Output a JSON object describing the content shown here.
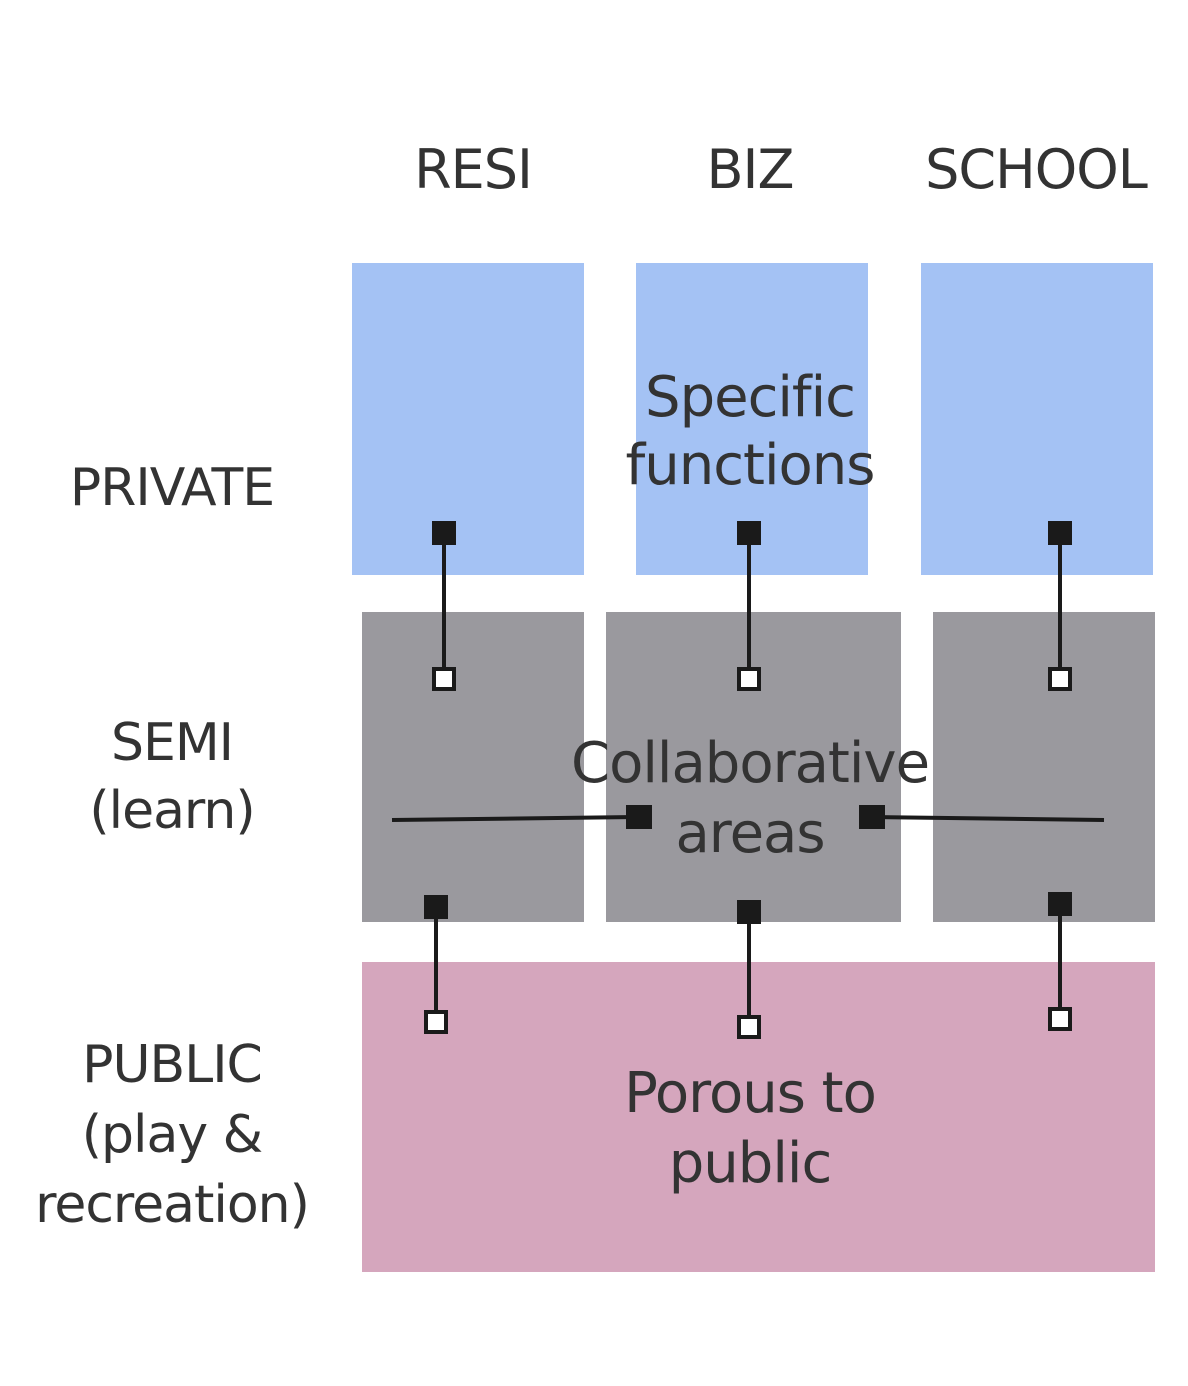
{
  "columns": {
    "resi": "RESI",
    "biz": "BIZ",
    "school": "SCHOOL"
  },
  "rows": {
    "private": {
      "line1": "PRIVATE"
    },
    "semi": {
      "line1": "SEMI",
      "line2": "(learn)"
    },
    "public": {
      "line1": "PUBLIC",
      "line2": "(play &",
      "line3": "recreation)"
    }
  },
  "zones": {
    "private": {
      "line1": "Specific",
      "line2": "functions"
    },
    "semi": {
      "line1": "Collaborative",
      "line2": "areas"
    },
    "public": {
      "line1": "Porous to",
      "line2": "public"
    }
  },
  "colors": {
    "private_fill": "#a4c2f4",
    "semi_fill": "#9a999e",
    "public_fill": "#d5a6bd",
    "connector": "#1a1a1a"
  }
}
